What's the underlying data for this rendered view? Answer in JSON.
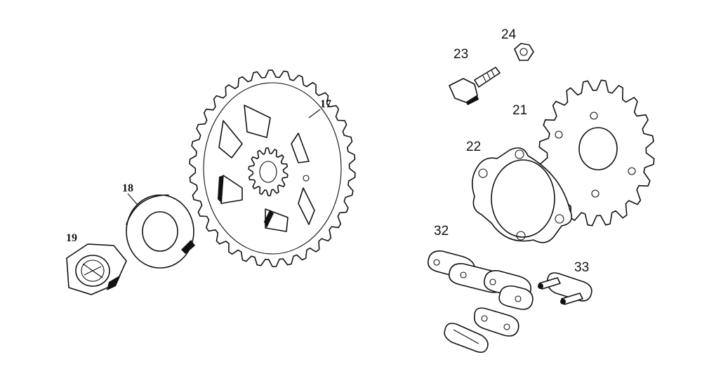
{
  "callouts": {
    "p17": "17",
    "p18": "18",
    "p19": "19",
    "p21": "21",
    "p22": "22",
    "p23": "23",
    "p24": "24",
    "p32": "32",
    "p33": "33"
  }
}
